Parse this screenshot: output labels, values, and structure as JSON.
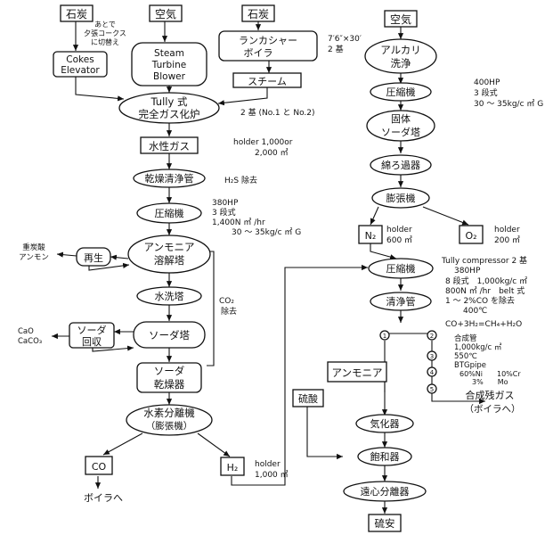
{
  "nodes": {
    "coal1": "石炭",
    "coke_note": [
      "あとで",
      "夕張コークス",
      "に切替え"
    ],
    "coke_elev": [
      "Cokes",
      "Elevator"
    ],
    "air1": "空気",
    "blower": [
      "Steam",
      "Turbine",
      "Blower"
    ],
    "coal2": "石炭",
    "boiler": [
      "ランカシャー",
      "ボイラ"
    ],
    "boiler_spec": [
      "7′6″×30′",
      "2 基"
    ],
    "steam": "スチーム",
    "tully": [
      "Tully 式",
      "完全ガス化炉"
    ],
    "tully_spec": "2 基 (No.1 と No.2)",
    "water_gas": "水性ガス",
    "water_gas_holder": [
      "holder 1,000or",
      "2,000 ㎥"
    ],
    "dry_tube": "乾燥清浄管",
    "h2s": "H₂S 除去",
    "comp1": "圧縮機",
    "comp1_spec": [
      "380HP",
      "3 段式",
      "1,400N ㎥ /hr",
      "30 ～ 35kg/c ㎡ G"
    ],
    "ammonia_dissolve": [
      "アンモニア",
      "溶解塔"
    ],
    "regen": "再生",
    "heavy_carb": [
      "重炭酸",
      "アンモン"
    ],
    "water_wash": "水洗塔",
    "co2_remove": [
      "CO₂",
      "除去"
    ],
    "soda_tower": "ソーダ塔",
    "soda_recover": [
      "ソーダ",
      "回収"
    ],
    "cao": [
      "CaO",
      "CaCO₃"
    ],
    "soda_dry": [
      "ソーダ",
      "乾燥器"
    ],
    "h2_sep": [
      "水素分離機",
      "（膨張機）"
    ],
    "co": "CO",
    "to_boiler": "ボイラへ",
    "h2": "H₂",
    "h2_holder": [
      "holder",
      "1,000 ㎥"
    ],
    "air2": "空気",
    "alkali": [
      "アルカリ",
      "洗浄"
    ],
    "comp2": "圧縮機",
    "comp2_spec": [
      "400HP",
      "3 段式",
      "30 ～ 35kg/c ㎡ G"
    ],
    "solid_soda": [
      "固体",
      "ソーダ塔"
    ],
    "cotton_filter": "綿ろ過器",
    "expander": "膨張機",
    "n2": "N₂",
    "n2_holder": [
      "holder",
      "600 ㎥"
    ],
    "o2": "O₂",
    "o2_holder": [
      "holder",
      "200 ㎥"
    ],
    "comp3": "圧縮機",
    "comp3_spec": [
      "Tully compressor 2 基",
      "380HP",
      "8 段式　1,000kg/c ㎡",
      "800N ㎥ /hr　belt 式",
      "1 ～ 2%CO を除去",
      "400℃"
    ],
    "clean_tube": "清浄管",
    "reaction": "CO+3H₂=CH₄+H₂O",
    "numbers": [
      "1",
      "2",
      "3",
      "4",
      "5"
    ],
    "synth_spec": [
      "合成管",
      "1,000kg/c ㎡",
      "550℃",
      "BTGpipe",
      "60%Ni　　10%Cr",
      "3%　　Mo"
    ],
    "residual_gas": [
      "合成残ガス",
      "（ボイラへ）"
    ],
    "ammonia_box": "アンモニア",
    "sulfuric": "硫酸",
    "vaporizer": "気化器",
    "saturator": "飽和器",
    "centrifuge": "遠心分離器",
    "ammonium_sulfate": "硫安"
  }
}
